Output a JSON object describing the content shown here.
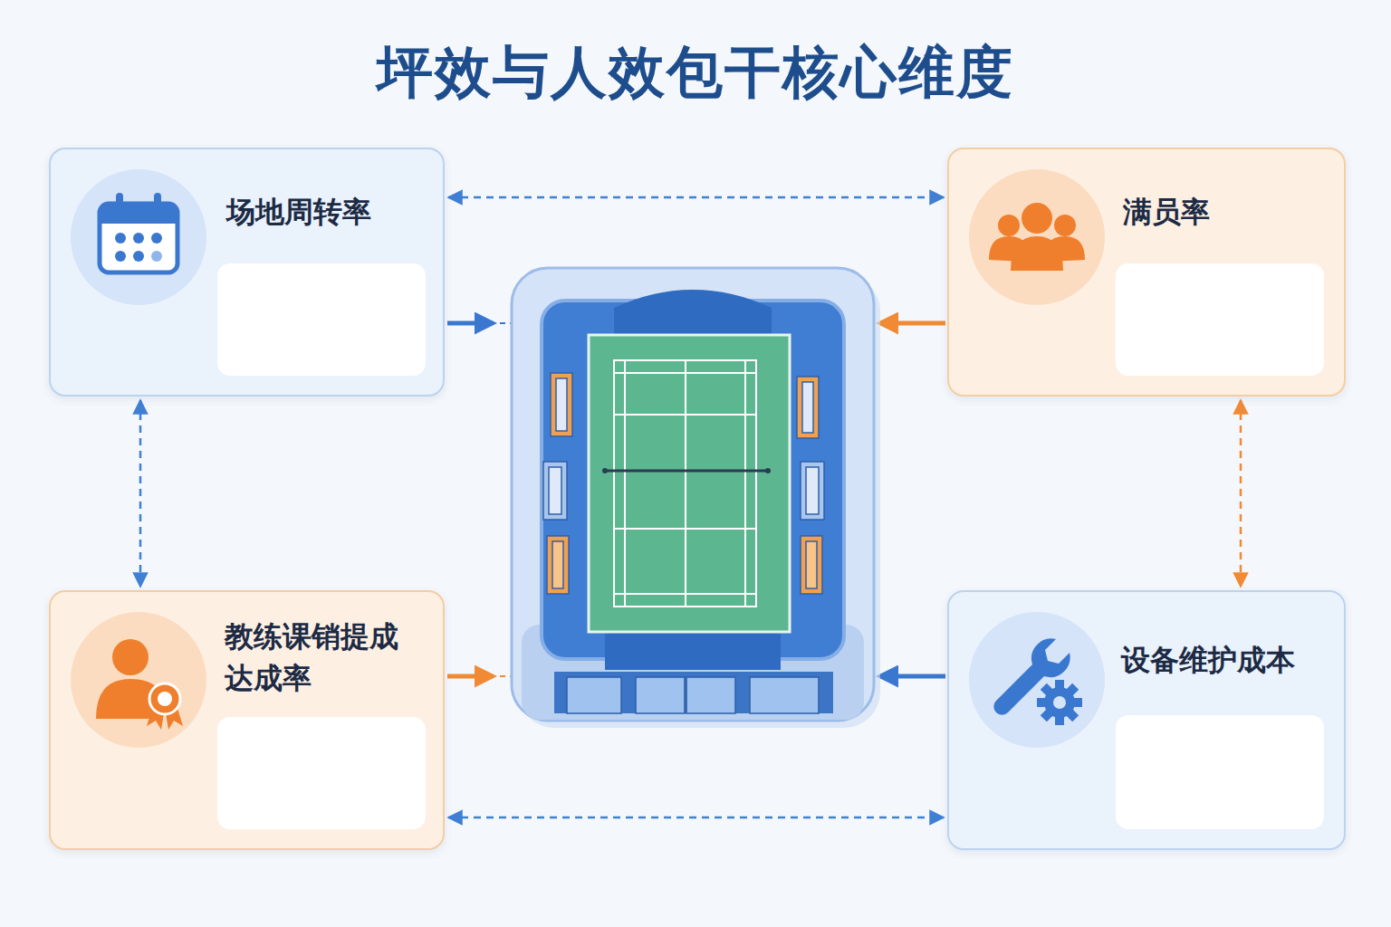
{
  "diagram": {
    "title": "坪效与人效包干核心维度",
    "nodes": [
      {
        "text": [
          "场地周转率"
        ]
      },
      {
        "text": [
          "满员率"
        ]
      },
      {
        "text": [
          "教练课销提成达成率"
        ]
      },
      {
        "text": [
          "设备维护成本"
        ]
      }
    ],
    "edges": [
      {
        "from": 0,
        "to": 1,
        "arrow": "both"
      },
      {
        "from": 0,
        "to": 2,
        "arrow": "both"
      },
      {
        "from": 1,
        "to": 3,
        "arrow": "both"
      },
      {
        "from": 2,
        "to": 3,
        "arrow": "both"
      }
    ]
  }
}
